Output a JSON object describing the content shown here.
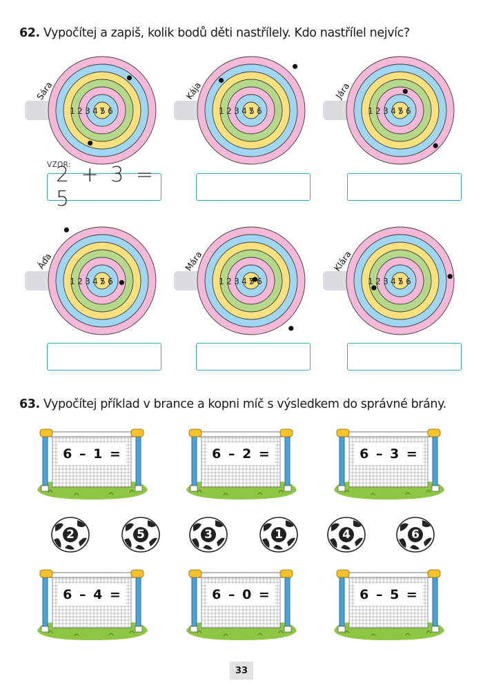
{
  "exercise62": {
    "number": "62.",
    "instruction": "Vypočítej a zapiš, kolik bodů děti nastřílely. Kdo nastřílel nejvíc?",
    "ring_numbers": [
      "1",
      "2",
      "3",
      "4",
      "5",
      "6",
      "7"
    ],
    "ring_colors": [
      "#f5b8d6",
      "#9fd6f2",
      "#fbe07e",
      "#b5d98a",
      "#f5b8d6",
      "#9fd6f2",
      "#fbe07e"
    ],
    "example_label": "VZOR:",
    "example_answer": "2 + 3  = 5",
    "targets": [
      {
        "name": "Sára",
        "hits": [
          "2",
          "3"
        ]
      },
      {
        "name": "Kája",
        "hits": [
          "2",
          "miss"
        ]
      },
      {
        "name": "Jára",
        "hits": [
          "5",
          "1"
        ]
      },
      {
        "name": "Áďa",
        "hits": [
          "miss",
          "5"
        ]
      },
      {
        "name": "Mára",
        "hits": [
          "7",
          "miss"
        ]
      },
      {
        "name": "Klára",
        "hits": [
          "4",
          "1"
        ]
      }
    ]
  },
  "exercise63": {
    "number": "63.",
    "instruction": "Vypočítej příklad v brance a kopni míč s výsledkem do správné brány.",
    "goals_top": [
      "6 – 1 =",
      "6 – 2 =",
      "6 – 3 ="
    ],
    "balls": [
      "2",
      "5",
      "3",
      "1",
      "4",
      "6"
    ],
    "goals_bottom": [
      "6 – 4 =",
      "6 – 0 =",
      "6 – 5 ="
    ]
  },
  "page_number": "33"
}
